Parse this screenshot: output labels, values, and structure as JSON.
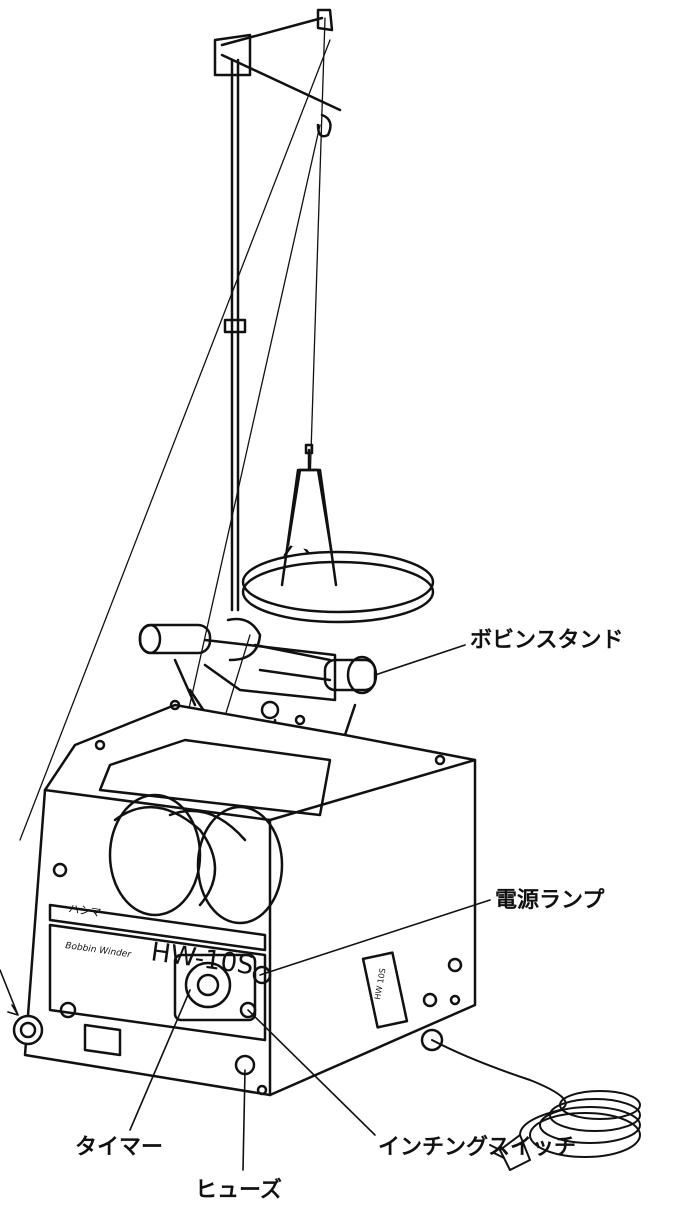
{
  "labels": {
    "bobbin_stand": "ボビンスタンド",
    "power_lamp": "電源ランプ",
    "timer": "タイマー",
    "inching_switch": "インチングスイッチ",
    "fuse": "ヒューズ"
  },
  "machine": {
    "model_text": "HW-10S",
    "brand_text": "ハシマ",
    "series_text": "Bobbin Winder",
    "rear_plate_text": "HW 10S"
  },
  "colors": {
    "line": "#111111",
    "background": "#ffffff",
    "shade": "#dcdcdc"
  }
}
